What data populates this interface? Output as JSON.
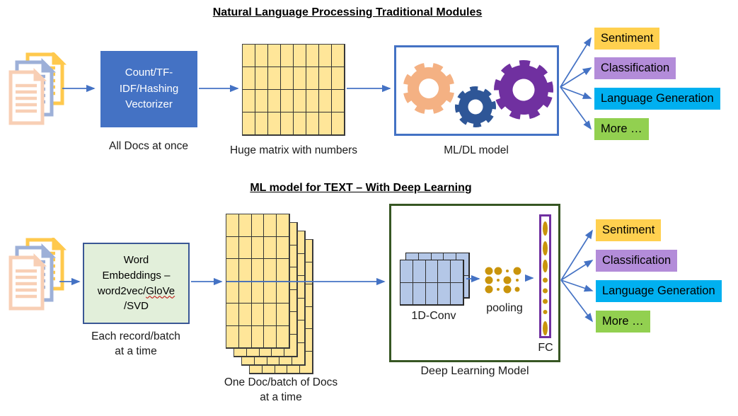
{
  "section_top": {
    "title": "Natural Language Processing Traditional Modules",
    "vectorizer": {
      "line1": "Count/TF-",
      "line2": "IDF/Hashing",
      "line3": "Vectorizer"
    },
    "caption_docs": "All Docs at once",
    "matrix": {
      "rows": 4,
      "cols": 8
    },
    "caption_matrix": "Huge matrix with numbers",
    "caption_model": "ML/DL model"
  },
  "section_bottom": {
    "title": "ML model for TEXT – With Deep Learning",
    "embeddings": {
      "line1": "Word",
      "line2": "Embeddings –",
      "line3a": "word2vec/",
      "line3b": "GloVe",
      "line4": "/SVD"
    },
    "caption_docs_line1": "Each record/batch",
    "caption_docs_line2": "at a time",
    "stack": {
      "rows": 6,
      "cols": 5
    },
    "caption_stack_line1": "One Doc/batch of Docs",
    "caption_stack_line2": "at a time",
    "conv": {
      "rows": 2,
      "cols": 5
    },
    "conv_label": "1D-Conv",
    "pooling_label": "pooling",
    "fc_label": "FC",
    "dl_caption": "Deep Learning Model"
  },
  "outputs": [
    {
      "label": "Sentiment",
      "color": "#FFD04F"
    },
    {
      "label": "Classification",
      "color": "#B38CD9"
    },
    {
      "label": "Language Generation",
      "color": "#00B0F0"
    },
    {
      "label": "More …",
      "color": "#92D050"
    }
  ],
  "icons": [
    "documents-icon",
    "gear-icon",
    "pooling-dots-icon",
    "fc-neurons-icon",
    "arrow-icon"
  ],
  "colors": {
    "arrow_blue": "#4472C4",
    "vectorizer_fill": "#4472C4",
    "matrix_yellow": "#FFE699",
    "embeddings_fill": "#E2EFDA",
    "embeddings_border": "#3A5795",
    "conv_fill": "#B4C7E7",
    "mldl_border": "#4472C4",
    "dl_border": "#375623",
    "fc_border": "#7030A0",
    "gold": "#C9940C",
    "gear_orange": "#F4B183",
    "gear_blue": "#2E5697",
    "gear_purple": "#7030A0",
    "doc_yellow": "#FFC94D",
    "doc_blue": "#9DB0D8",
    "doc_peach": "#F8CFB5"
  }
}
